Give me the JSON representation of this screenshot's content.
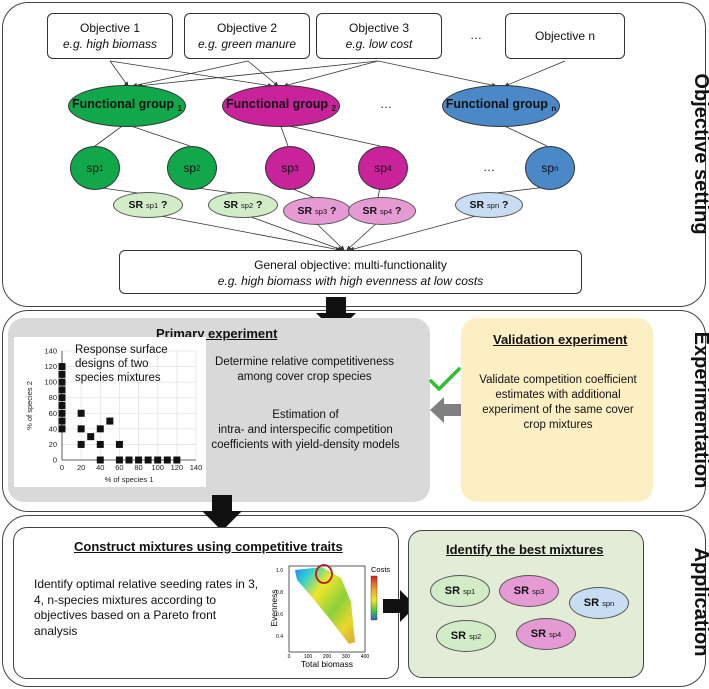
{
  "objective_section": {
    "title": "Objective setting",
    "objectives": [
      {
        "label": "Objective 1",
        "example": "e.g. high biomass"
      },
      {
        "label": "Objective 2",
        "example": "e.g. green manure"
      },
      {
        "label": "Objective 3",
        "example": "e.g. low cost"
      },
      {
        "label": "Objective n",
        "example": ""
      }
    ],
    "ellipsis": "…",
    "functional_groups": [
      {
        "label": "Functional group",
        "sub": "1",
        "color": "#10a84a"
      },
      {
        "label": "Functional group",
        "sub": "2",
        "color": "#c8239a"
      },
      {
        "label": "Functional group",
        "sub": "n",
        "color": "#4a88c8"
      }
    ],
    "species": [
      {
        "label": "sp",
        "sub": "1",
        "color": "#10a84a"
      },
      {
        "label": "sp",
        "sub": "2",
        "color": "#10a84a"
      },
      {
        "label": "sp",
        "sub": "3",
        "color": "#c8239a"
      },
      {
        "label": "sp",
        "sub": "4",
        "color": "#c8239a"
      },
      {
        "label": "sp",
        "sub": "n",
        "color": "#4a88c8"
      }
    ],
    "seeding_rates": [
      {
        "label": "SR",
        "sub": "sp1",
        "suffix": "?",
        "color": "#d3ecc8"
      },
      {
        "label": "SR",
        "sub": "sp2",
        "suffix": "?",
        "color": "#d3ecc8"
      },
      {
        "label": "SR",
        "sub": "sp3",
        "suffix": "?",
        "color": "#e69ad4"
      },
      {
        "label": "SR",
        "sub": "sp4",
        "suffix": "?",
        "color": "#e69ad4"
      },
      {
        "label": "SR",
        "sub": "spn",
        "suffix": "?",
        "color": "#c8dcf2"
      }
    ],
    "general_objective": {
      "line1": "General objective: multi-functionality",
      "line2": "e.g. high biomass with high evenness at low costs"
    }
  },
  "experimentation_section": {
    "title": "Experimentation",
    "primary": {
      "title": "Primary experiment",
      "text1": "Determine relative competitiveness among cover crop species",
      "text2a": "Estimation of",
      "text2b": "intra- and interspecific competition coefficients with yield-density models",
      "bg": "#d9d9d9"
    },
    "validation": {
      "title": "Validation experiment",
      "text": "Validate competition coefficient estimates with additional experiment of the same cover crop mixtures",
      "bg": "#fdefc4"
    }
  },
  "chart_data": {
    "type": "scatter",
    "title": "Response surface designs of two species mixtures",
    "xlabel": "% of species 1",
    "ylabel": "% of species 2",
    "xlim": [
      0,
      140
    ],
    "ylim": [
      0,
      140
    ],
    "x_ticks": [
      0,
      20,
      40,
      60,
      80,
      100,
      120,
      140
    ],
    "y_ticks": [
      0,
      20,
      40,
      60,
      80,
      100,
      120,
      140
    ],
    "grid": true,
    "points": [
      [
        0,
        40
      ],
      [
        0,
        50
      ],
      [
        0,
        60
      ],
      [
        0,
        70
      ],
      [
        0,
        80
      ],
      [
        0,
        90
      ],
      [
        0,
        100
      ],
      [
        0,
        110
      ],
      [
        0,
        120
      ],
      [
        20,
        20
      ],
      [
        20,
        40
      ],
      [
        20,
        60
      ],
      [
        30,
        30
      ],
      [
        40,
        0
      ],
      [
        40,
        20
      ],
      [
        40,
        40
      ],
      [
        50,
        50
      ],
      [
        60,
        20
      ],
      [
        60,
        0
      ],
      [
        70,
        0
      ],
      [
        80,
        0
      ],
      [
        90,
        0
      ],
      [
        100,
        0
      ],
      [
        110,
        0
      ],
      [
        120,
        0
      ]
    ]
  },
  "application_section": {
    "title": "Application",
    "construct": {
      "title": "Construct mixtures using competitive traits",
      "text": "Identify optimal relative seeding rates in 3, 4, n-species mixtures according to objectives based on a Pareto front analysis"
    },
    "pareto_plot": {
      "ylabel": "Evenness",
      "xlabel": "Total biomass",
      "legend_title": "Costs",
      "x_ticks": [
        "0",
        "100",
        "200",
        "300",
        "400"
      ],
      "y_ticks": [
        "0.4",
        "0.6",
        "0.8",
        "1.0"
      ]
    },
    "best": {
      "title": "Identify the best mixtures",
      "bg": "#e3ecd6",
      "mixtures": [
        {
          "label": "SR",
          "sub": "sp1",
          "color": "#d3ecc8"
        },
        {
          "label": "SR",
          "sub": "sp3",
          "color": "#e69ad4"
        },
        {
          "label": "SR",
          "sub": "spn",
          "color": "#c8dcf2"
        },
        {
          "label": "SR",
          "sub": "sp2",
          "color": "#d3ecc8"
        },
        {
          "label": "SR",
          "sub": "sp4",
          "color": "#e69ad4"
        }
      ]
    }
  }
}
